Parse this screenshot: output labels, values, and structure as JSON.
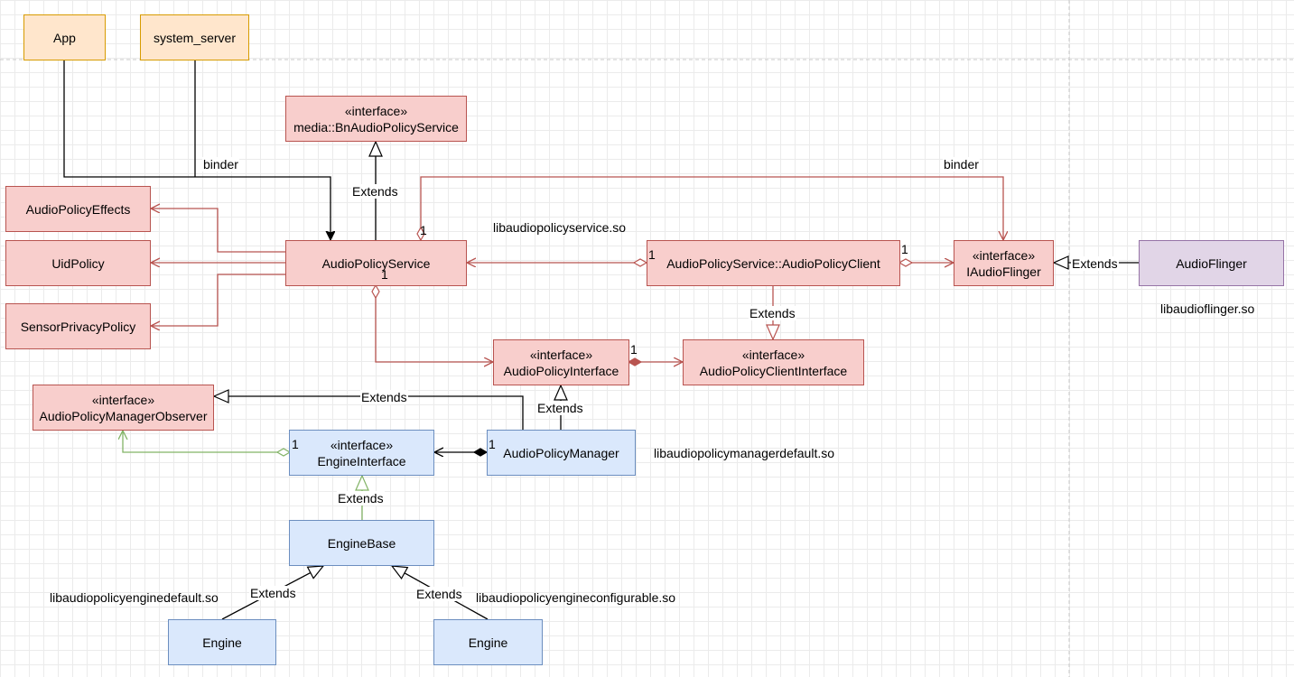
{
  "classes": {
    "app": {
      "name": "App"
    },
    "system_server": {
      "name": "system_server"
    },
    "bn_audio_policy_service": {
      "stereotype": "«interface»",
      "name": "media::BnAudioPolicyService"
    },
    "audio_policy_effects": {
      "name": "AudioPolicyEffects"
    },
    "uid_policy": {
      "name": "UidPolicy"
    },
    "sensor_privacy_policy": {
      "name": "SensorPrivacyPolicy"
    },
    "audio_policy_service": {
      "name": "AudioPolicyService"
    },
    "audio_policy_client": {
      "name": "AudioPolicyService::AudioPolicyClient"
    },
    "i_audio_flinger": {
      "stereotype": "«interface»",
      "name": "IAudioFlinger"
    },
    "audio_flinger": {
      "name": "AudioFlinger"
    },
    "audio_policy_interface": {
      "stereotype": "«interface»",
      "name": "AudioPolicyInterface"
    },
    "audio_policy_client_interface": {
      "stereotype": "«interface»",
      "name": "AudioPolicyClientInterface"
    },
    "audio_policy_manager_observer": {
      "stereotype": "«interface»",
      "name": "AudioPolicyManagerObserver"
    },
    "engine_interface": {
      "stereotype": "«interface»",
      "name": "EngineInterface"
    },
    "audio_policy_manager": {
      "name": "AudioPolicyManager"
    },
    "engine_base": {
      "name": "EngineBase"
    },
    "engine_default": {
      "name": "Engine"
    },
    "engine_configurable": {
      "name": "Engine"
    }
  },
  "labels": {
    "binder_left": "binder",
    "binder_right": "binder",
    "extends": "Extends",
    "multiplicity": "1",
    "lib_audiopolicyservice": "libaudiopolicyservice.so",
    "lib_audioflinger": "libaudioflinger.so",
    "lib_audiopolicymanagerdefault": "libaudiopolicymanagerdefault.so",
    "lib_audiopolicyenginedefault": "libaudiopolicyenginedefault.so",
    "lib_audiopolicyengineconfigurable": "libaudiopolicyengineconfigurable.so"
  },
  "colors": {
    "red_fill": "#f8cecc",
    "red_stroke": "#b85450",
    "yellow_fill": "#ffe6cc",
    "yellow_stroke": "#d79b00",
    "blue_fill": "#dae8fc",
    "blue_stroke": "#6c8ebf",
    "purple_fill": "#e1d5e7",
    "purple_stroke": "#9673a6",
    "green_edge": "#82b366"
  }
}
